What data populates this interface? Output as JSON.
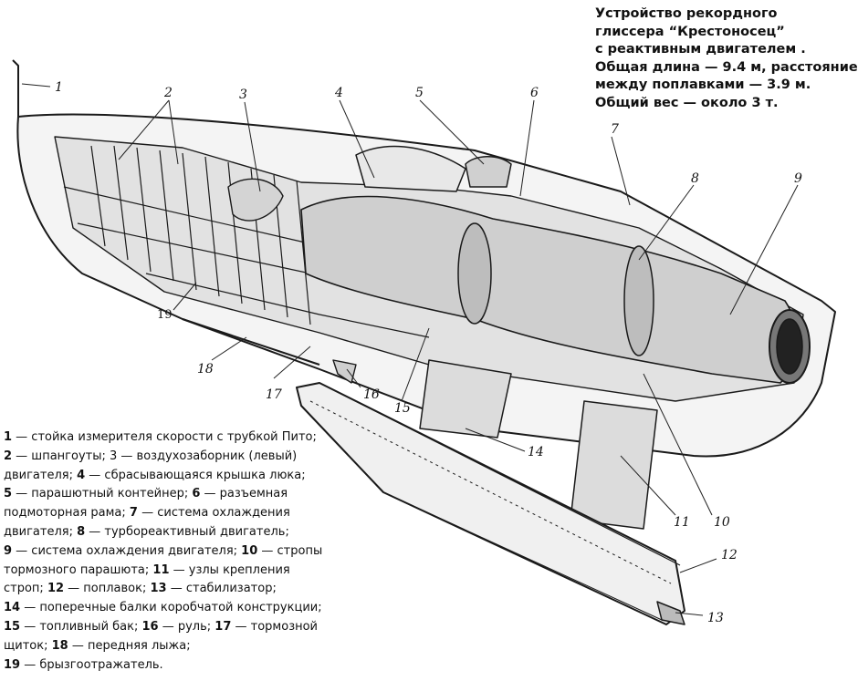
{
  "caption": {
    "lines": [
      "Устройство рекордного",
      "глиссера “Крестоносец”",
      "с реактивным двигателем .",
      "Общая длина — 9.4 м, расстояние",
      "между поплавками — 3.9 м.",
      "Общий вес — около 3 т."
    ]
  },
  "callouts": [
    "1",
    "2",
    "3",
    "4",
    "5",
    "6",
    "7",
    "8",
    "9",
    "10",
    "11",
    "12",
    "13",
    "14",
    "15",
    "16",
    "17",
    "18",
    "19"
  ],
  "legend": {
    "lines": [
      [
        {
          "n": "1",
          "t": " — стойка измерителя скорости с трубкой Пито;"
        }
      ],
      [
        {
          "n": "2",
          "t": " — шпангоуты; 3 — воздухозаборник (левый)"
        }
      ],
      [
        {
          "n": "",
          "t": "двигателя; "
        },
        {
          "n": "4",
          "t": " — сбрасывающаяся крышка люка;"
        }
      ],
      [
        {
          "n": "5",
          "t": " — парашютный контейнер; "
        },
        {
          "n": "6",
          "t": " — разъемная"
        }
      ],
      [
        {
          "n": "",
          "t": "подмоторная рама;  "
        },
        {
          "n": "7",
          "t": " — система охлаждения"
        }
      ],
      [
        {
          "n": "",
          "t": "двигателя; "
        },
        {
          "n": "8",
          "t": " — турбореактивный двигатель;"
        }
      ],
      [
        {
          "n": "9",
          "t": " — система охлаждения двигателя; "
        },
        {
          "n": "10",
          "t": " — стропы"
        }
      ],
      [
        {
          "n": "",
          "t": "тормозного парашюта; "
        },
        {
          "n": "11",
          "t": " — узлы крепления"
        }
      ],
      [
        {
          "n": "",
          "t": "строп; "
        },
        {
          "n": "12",
          "t": " — поплавок; "
        },
        {
          "n": "13",
          "t": " — стабилизатор;"
        }
      ],
      [
        {
          "n": "14",
          "t": " — поперечные балки коробчатой конструкции;"
        }
      ],
      [
        {
          "n": "15",
          "t": " — топливный бак; "
        },
        {
          "n": "16",
          "t": " — руль; "
        },
        {
          "n": "17",
          "t": " — тормозной"
        }
      ],
      [
        {
          "n": "",
          "t": "щиток; "
        },
        {
          "n": "18",
          "t": " — передняя лыжа;"
        }
      ],
      [
        {
          "n": "19",
          "t": " — брызгоотражатель."
        }
      ]
    ]
  }
}
